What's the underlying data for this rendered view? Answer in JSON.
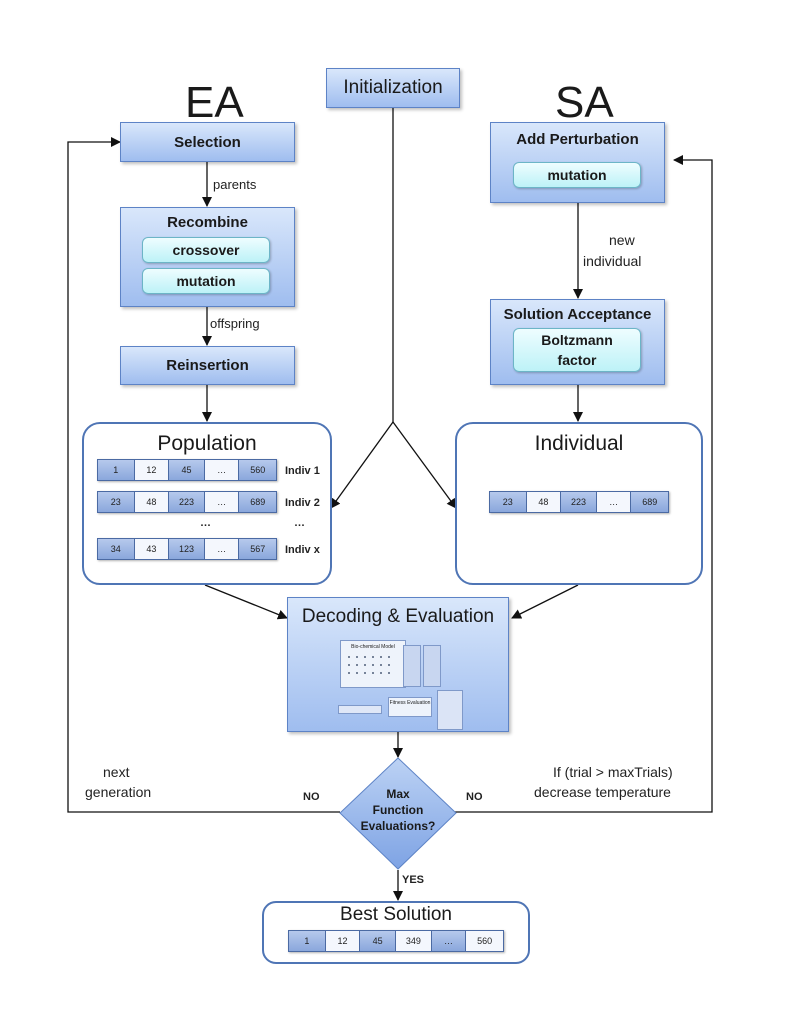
{
  "ea_title": "EA",
  "sa_title": "SA",
  "initialization": "Initialization",
  "ea": {
    "selection": "Selection",
    "parents": "parents",
    "recombine": "Recombine",
    "crossover": "crossover",
    "mutation": "mutation",
    "offspring": "offspring",
    "reinsertion": "Reinsertion"
  },
  "sa": {
    "add_perturbation": "Add Perturbation",
    "mutation": "mutation",
    "new_individual_1": "new",
    "new_individual_2": "individual",
    "solution_acceptance": "Solution Acceptance",
    "boltzmann_1": "Boltzmann",
    "boltzmann_2": "factor"
  },
  "population": {
    "title": "Population",
    "rows": [
      {
        "cells": [
          "1",
          "12",
          "45",
          "…",
          "560"
        ],
        "label": "Indiv 1"
      },
      {
        "cells": [
          "23",
          "48",
          "223",
          "…",
          "689"
        ],
        "label": "Indiv 2"
      },
      {
        "cells": [
          "34",
          "43",
          "123",
          "…",
          "567"
        ],
        "label": "Indiv x"
      }
    ],
    "ellipsis_row": "…",
    "ellipsis_label": "…"
  },
  "individual": {
    "title": "Individual",
    "cells": [
      "23",
      "48",
      "223",
      "…",
      "689"
    ]
  },
  "decoding": {
    "title": "Decoding & Evaluation",
    "thumb_title": "Bio-chemical Model",
    "thumb_fitness": "Fitness Evaluation"
  },
  "decision": {
    "line1": "Max",
    "line2": "Function",
    "line3": "Evaluations?",
    "no_left": "NO",
    "no_right": "NO",
    "yes": "YES"
  },
  "loop_labels": {
    "next_1": "next",
    "next_2": "generation",
    "trial_1": "If (trial > maxTrials)",
    "trial_2": "decrease temperature"
  },
  "best": {
    "title": "Best Solution",
    "cells": [
      "1",
      "12",
      "45",
      "349",
      "…",
      "560"
    ]
  },
  "colors": {
    "box_top": "#d9e7fb",
    "box_bottom": "#9fbdef",
    "border": "#4f75b5",
    "pill": "#bdf2f7"
  }
}
